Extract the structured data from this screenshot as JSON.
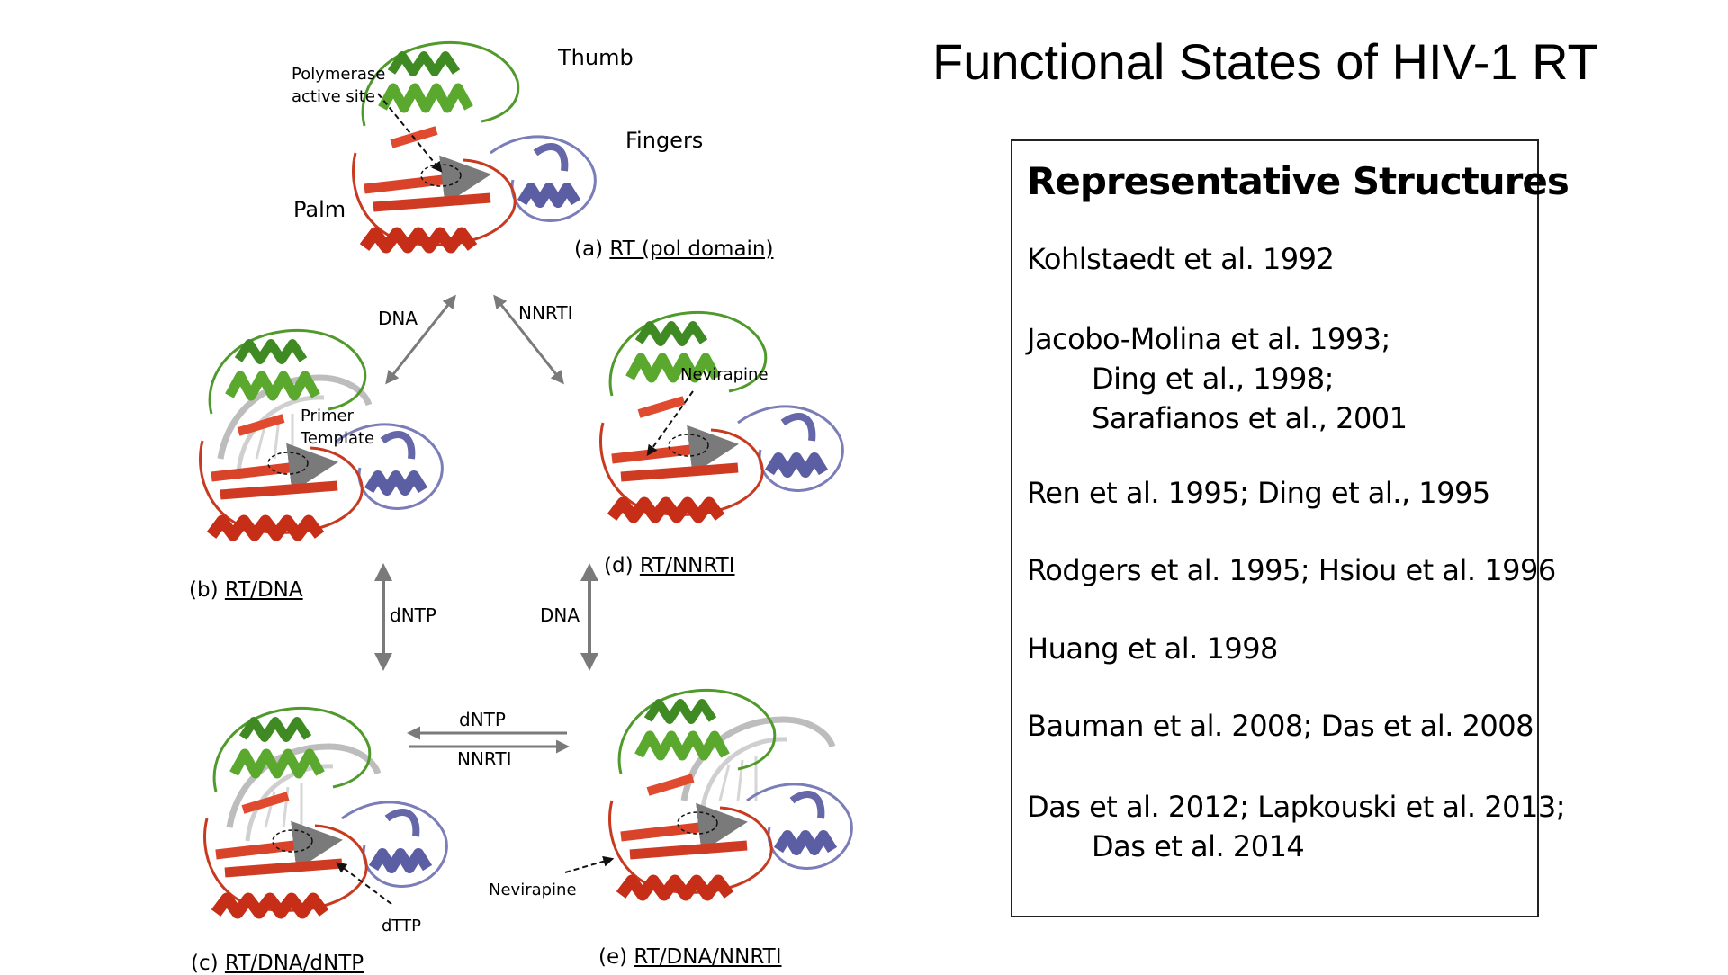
{
  "title": "Functional States of HIV-1 RT",
  "references": {
    "heading": "Representative Structures",
    "items": [
      {
        "main": "Kohlstaedt et al. 1992",
        "sub": []
      },
      {
        "main": "Jacobo-Molina et al. 1993;",
        "sub": [
          "Ding et al., 1998;",
          "Sarafianos et al., 2001"
        ]
      },
      {
        "main": "Ren et al. 1995; Ding et al., 1995",
        "sub": []
      },
      {
        "main": "Rodgers et al. 1995; Hsiou et al. 1996",
        "sub": []
      },
      {
        "main": "Huang et al. 1998",
        "sub": []
      },
      {
        "main": "Bauman et al. 2008; Das et al. 2008",
        "sub": []
      },
      {
        "main": "Das et al. 2012; Lapkouski et al. 2013;",
        "sub": [
          "Das et al. 2014"
        ]
      }
    ]
  },
  "structures": {
    "a": {
      "prefix": "(a) ",
      "name": "RT (pol domain)"
    },
    "b": {
      "prefix": "(b) ",
      "name": "RT/DNA"
    },
    "c": {
      "prefix": "(c) ",
      "name": "RT/DNA/dNTP"
    },
    "d": {
      "prefix": "(d) ",
      "name": "RT/NNRTI"
    },
    "e": {
      "prefix": "(e) ",
      "name": "RT/DNA/NNRTI"
    }
  },
  "domain_labels": {
    "thumb": "Thumb",
    "fingers": "Fingers",
    "palm": "Palm",
    "active_site_line1": "Polymerase",
    "active_site_line2": "active site",
    "primer_line1": "Primer",
    "primer_line2": "Template",
    "nevirapine_d": "Nevirapine",
    "nevirapine_e": "Nevirapine",
    "dttp": "dTTP"
  },
  "transitions": {
    "a_b": "DNA",
    "a_d": "NNRTI",
    "b_c": "dNTP",
    "d_e": "DNA",
    "e_c": "dNTP",
    "c_e": "NNRTI"
  },
  "colors": {
    "thumb": "#4f9a2a",
    "palm": "#d23a1e",
    "fingers": "#6567a8",
    "dna": "#b5b5b5",
    "arrow": "#7a7a7a"
  }
}
